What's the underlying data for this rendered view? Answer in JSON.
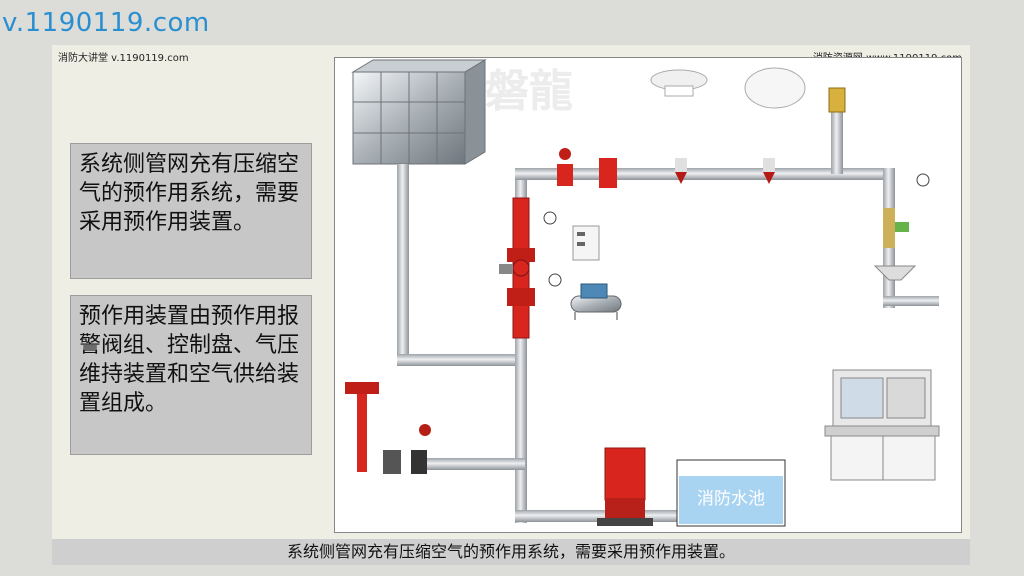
{
  "watermark": "v.1190119.com",
  "header": {
    "left": "消防大讲堂 v.1190119.com",
    "right": "消防资源网 www.1190119.com"
  },
  "text_boxes": [
    "系统侧管网充有压缩空气的预作用系统，需要采用预作用装置。",
    "预作用装置由预作用报警阀组、控制盘、气压维持装置和空气供给装置组成。"
  ],
  "diagram": {
    "logo": "磐龍",
    "pool_label": "消防水池"
  },
  "caption": "系统侧管网充有压缩空气的预作用系统，需要采用预作用装置。",
  "colors": {
    "pipe": "#c8ccd0",
    "valve_red": "#d8261e",
    "pool_fill": "#a8d4f2",
    "watermark": "#2a8fd0"
  }
}
